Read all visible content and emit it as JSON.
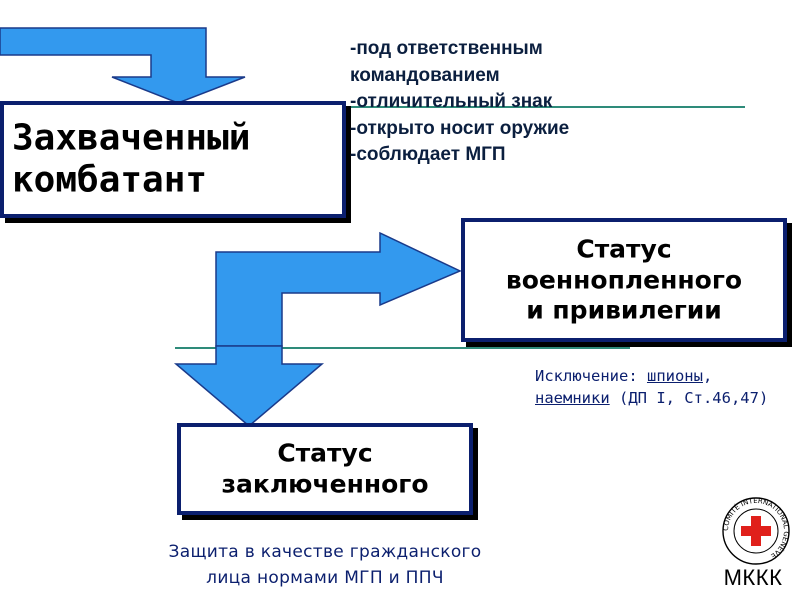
{
  "captured_box": {
    "label": "Захваченный\nкомбатант"
  },
  "conditions": [
    "-под ответственным",
    "командованием",
    "-отличительный знак",
    "-открыто носит оружие",
    "-соблюдает МГП"
  ],
  "pow_box": {
    "label": "Статус\nвоеннопленного\nи привилегии"
  },
  "prisoner_box": {
    "label": "Статус\nзаключенного"
  },
  "exception": {
    "prefix": "Исключение: ",
    "spies": "шпионы",
    "sep": ",",
    "mercenaries": "наемники",
    "ref": " (ДП I, Ст.46,47)"
  },
  "protection_note": {
    "line1": "Защита в качестве гражданского",
    "line2": "лица нормами МГП и ППЧ"
  },
  "logo": {
    "emblem_text": "COMITÉ INTERNATIONAL GENÈVE",
    "label": "МККК"
  },
  "colors": {
    "arrow_fill": "#3399ee",
    "arrow_stroke": "#1a3a8a",
    "box_border": "#0b1f6e",
    "line": "#2e8b7a",
    "cross": "#e0201b"
  }
}
